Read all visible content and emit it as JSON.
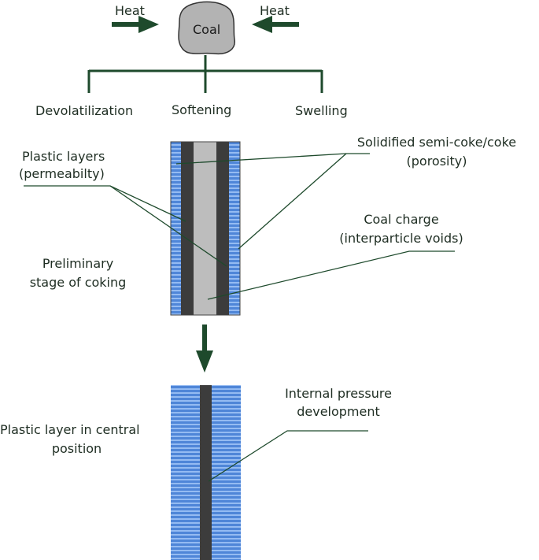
{
  "top": {
    "heat_left": "Heat",
    "heat_right": "Heat",
    "coal": "Coal"
  },
  "branches": {
    "devolatilization": "Devolatilization",
    "softening": "Softening",
    "swelling": "Swelling"
  },
  "labels": {
    "plastic_layers_1": "Plastic layers",
    "plastic_layers_2": "(permeabilty)",
    "solidified_1": "Solidified semi-coke/coke",
    "solidified_2": "(porosity)",
    "coal_charge_1": "Coal charge",
    "coal_charge_2": "(interparticle voids)",
    "preliminary_1": "Preliminary",
    "preliminary_2": "stage of coking",
    "central_1": "Plastic layer in central",
    "central_2": "position",
    "internal_1": "Internal pressure",
    "internal_2": "development"
  },
  "colors": {
    "line": "#1e4a2c",
    "blue": "#4f86d8",
    "blue_stripe": "#8fb6f0",
    "dark": "#3c3c3c",
    "grey": "#bdbdbd",
    "coal_fill": "#b3b3b3"
  }
}
